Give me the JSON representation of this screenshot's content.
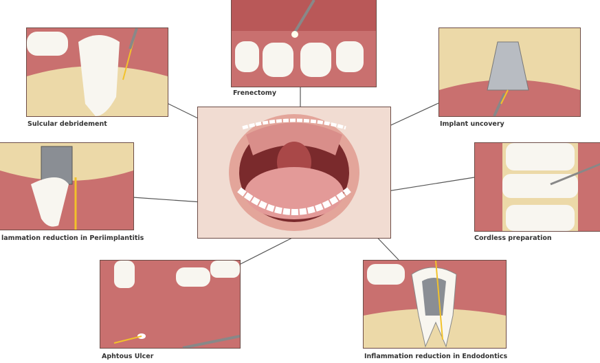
{
  "diagram": {
    "center": "open-mouth",
    "procedures": [
      {
        "id": "frenectomy",
        "label": "Frenectomy"
      },
      {
        "id": "sulcular",
        "label": "Sulcular debridement"
      },
      {
        "id": "implant",
        "label": "Implant uncovery"
      },
      {
        "id": "periimplantitis",
        "label": "lammation reduction in Periimplantitis"
      },
      {
        "id": "cordless",
        "label": "Cordless preparation"
      },
      {
        "id": "aphtous",
        "label": "Aphtous Ulcer"
      },
      {
        "id": "endodontics",
        "label": "Inflammation reduction in Endodontics"
      }
    ],
    "colors": {
      "gum": "#c9706f",
      "bone": "#ecd9a8",
      "tooth": "#f8f6f0",
      "laser": "#f2c22a"
    }
  }
}
